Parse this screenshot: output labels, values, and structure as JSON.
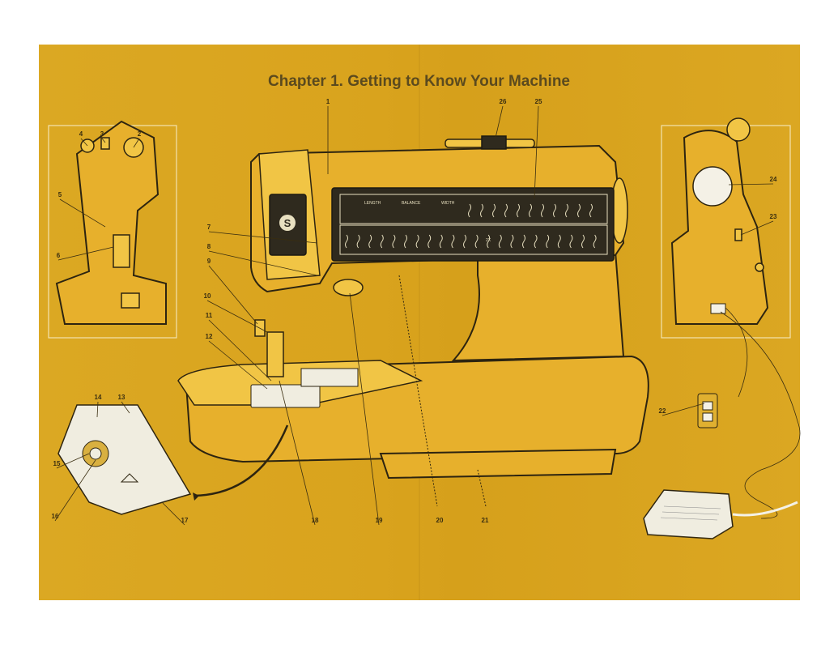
{
  "title": "Chapter 1. Getting to Know Your Machine",
  "callouts": [
    "1",
    "2",
    "3",
    "4",
    "5",
    "6",
    "7",
    "8",
    "9",
    "10",
    "11",
    "12",
    "13",
    "14",
    "15",
    "16",
    "17",
    "18",
    "19",
    "20",
    "21",
    "22",
    "23",
    "24",
    "25",
    "26"
  ],
  "panel": {
    "length": "LENGTH",
    "balance": "BALANCE",
    "width": "WIDTH",
    "twin": "2X"
  },
  "logo": "S",
  "colors": {
    "page": "#d9a41f",
    "machine": "#e7b02c",
    "ink": "#2d2410"
  }
}
